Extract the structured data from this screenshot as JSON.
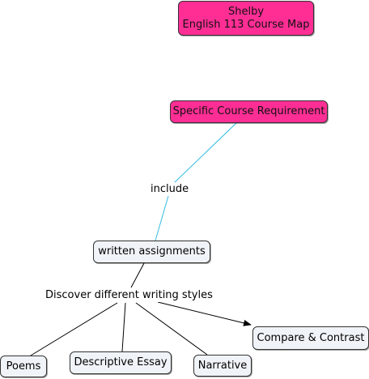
{
  "concept_map": {
    "title_node": {
      "line1": "Shelby",
      "line2": "English 113 Course Map"
    },
    "nodes": {
      "requirement": "Specific Course Requirement",
      "written_assignments": "written assignments",
      "compare_contrast": "Compare & Contrast",
      "poems": "Poems",
      "descriptive_essay": "Descriptive Essay",
      "narrative": "Narrative"
    },
    "linking_phrases": {
      "include": "include",
      "discover": "Discover different writing styles"
    },
    "colors": {
      "root_fill": "#ff2e95",
      "node_fill": "#f0f4f8",
      "connector_blue": "#33bbe0",
      "connector_black": "#000000"
    }
  }
}
